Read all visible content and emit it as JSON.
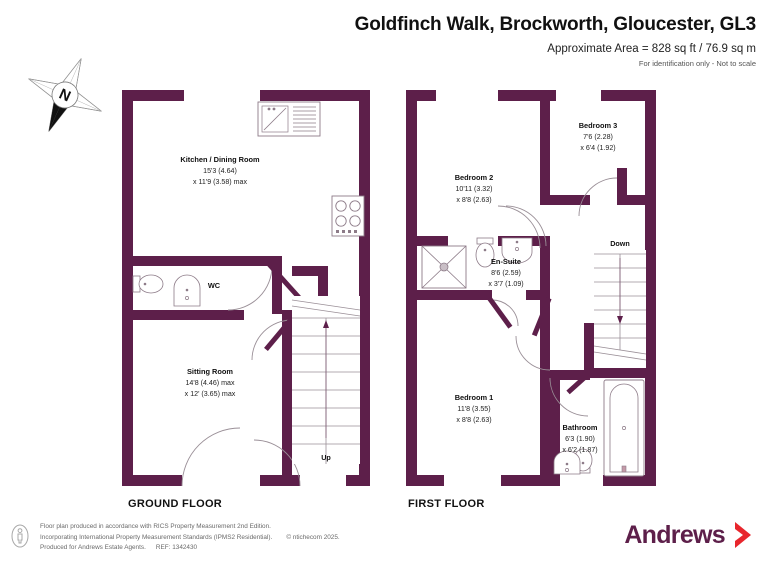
{
  "header": {
    "title": "Goldfinch Walk, Brockworth, Gloucester, GL3",
    "area": "Approximate Area = 828 sq ft / 76.9 sq m",
    "notice": "For identification only - Not to scale"
  },
  "compass": {
    "north_label": "N",
    "icon": "compass-rose-icon"
  },
  "colors": {
    "wall": "#5d1f4a",
    "brand_purple": "#5d1f4a",
    "brand_red": "#e8262d",
    "fixture_outline": "#8d7b88",
    "stair_line": "#9a8f97"
  },
  "floors": [
    {
      "id": "ground",
      "label": "GROUND FLOOR",
      "rooms": [
        {
          "name": "Kitchen / Dining Room",
          "dim1": "15'3 (4.64)",
          "dim2": "x 11'9 (3.58) max"
        },
        {
          "name": "WC",
          "dim1": "",
          "dim2": ""
        },
        {
          "name": "Sitting Room",
          "dim1": "14'8 (4.46) max",
          "dim2": "x 12' (3.65) max"
        }
      ],
      "stairs": {
        "label": "Up",
        "direction": "up"
      },
      "fixtures": [
        "sink-with-drainer",
        "hob",
        "toilet",
        "basin"
      ]
    },
    {
      "id": "first",
      "label": "FIRST FLOOR",
      "rooms": [
        {
          "name": "Bedroom 2",
          "dim1": "10'11 (3.32)",
          "dim2": "x 8'8 (2.63)"
        },
        {
          "name": "Bedroom 3",
          "dim1": "7'6 (2.28)",
          "dim2": "x 6'4 (1.92)"
        },
        {
          "name": "En-Suite",
          "dim1": "8'6 (2.59)",
          "dim2": "x 3'7 (1.09)"
        },
        {
          "name": "Bedroom 1",
          "dim1": "11'8 (3.55)",
          "dim2": "x 8'8 (2.63)"
        },
        {
          "name": "Bathroom",
          "dim1": "6'3 (1.90)",
          "dim2": "x 6'2 (1.87)"
        }
      ],
      "stairs": {
        "label": "Down",
        "direction": "down"
      },
      "fixtures": [
        "shower-tray",
        "toilet",
        "basin",
        "bathtub"
      ]
    }
  ],
  "footer": {
    "line1": "Floor plan produced in accordance with RICS Property Measurement 2nd Edition.",
    "line2": "Incorporating International Property Measurement Standards (IPMS2 Residential).",
    "copyright": "© ntichecom 2025.",
    "line3": "Produced for Andrews Estate Agents.",
    "reference": "REF: 1342430"
  },
  "brand": {
    "name": "Andrews",
    "chevron": "chevron-right-icon"
  }
}
